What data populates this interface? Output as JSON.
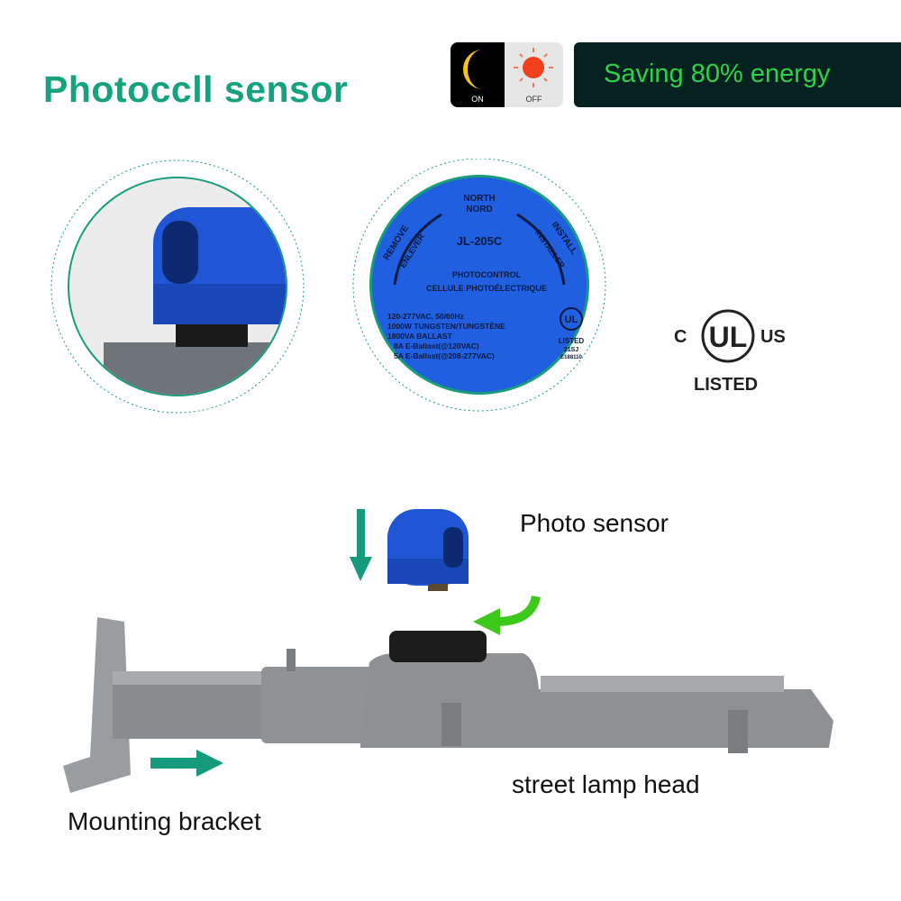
{
  "title": "Photoccll sensor",
  "badge": {
    "on_label": "ON",
    "off_label": "OFF",
    "on_icon": "moon-icon",
    "off_icon": "sun-icon"
  },
  "banner": {
    "text": "Saving  80% energy"
  },
  "sensor_label": {
    "north": "NORTH",
    "nord": "NORD",
    "remove": "REMOVE",
    "enlever": "ENLEVER",
    "install": "INSTALL",
    "installer": "INSTALLER",
    "model": "JL-205C",
    "type_en": "PHOTOCONTROL",
    "type_fr": "CELLULE PHOTOÉLECTRIQUE",
    "specs": [
      "120-277VAC, 50/60Hz",
      "1000W TUNGSTEN/TUNGSTÈNE",
      "1800VA BALLAST",
      "8A E-Ballast(@120VAC)",
      "5A E-Ballast(@208-277VAC)"
    ],
    "ul_listed": "LISTED",
    "ul_code": "21SJ",
    "ul_file": "E188110"
  },
  "ul_mark": {
    "c": "C",
    "us": "US",
    "listed": "LISTED"
  },
  "captions": {
    "photo_sensor": "Photo sensor",
    "lamp_head": "street lamp head",
    "bracket": "Mounting bracket"
  },
  "colors": {
    "title": "#14a37c",
    "banner_bg": "#062220",
    "banner_text": "#2fd04a",
    "sensor_blue": "#1f5fe0",
    "arrow_teal": "#169a7c",
    "housing_gray": "#8a8d90"
  }
}
